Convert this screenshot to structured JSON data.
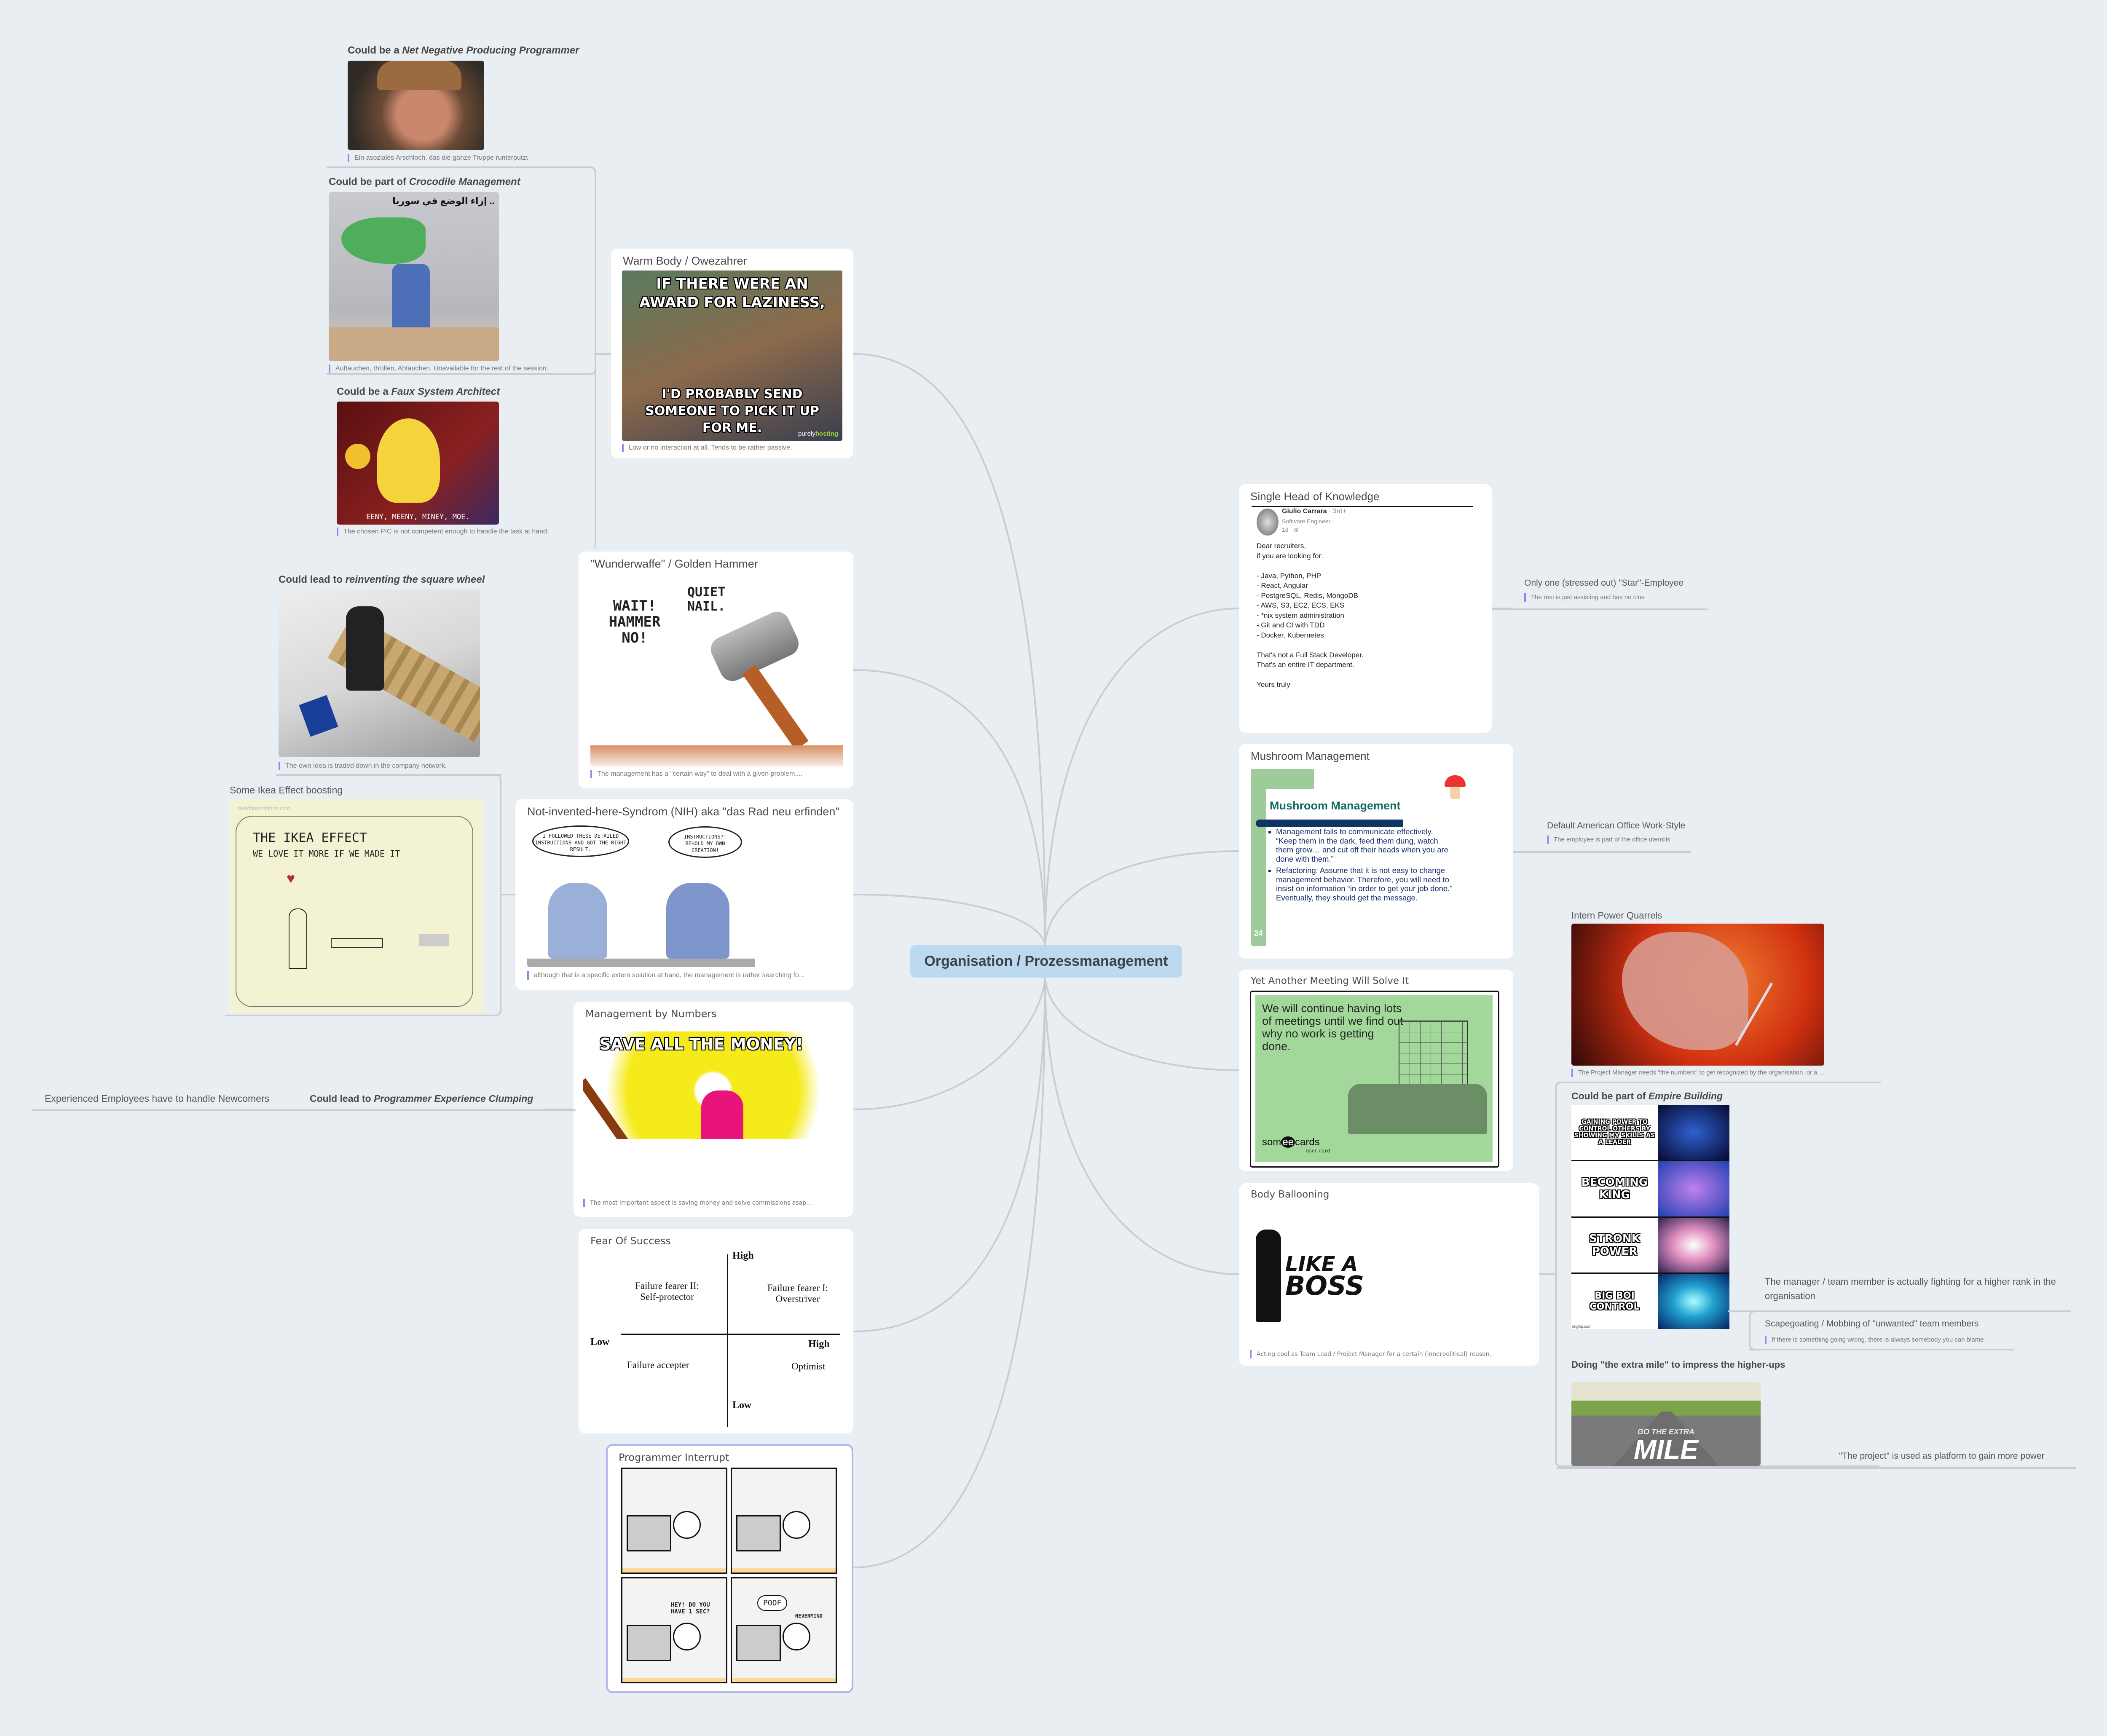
{
  "central_topic": "Organisation / Prozessmanagement",
  "left": {
    "net_negative": {
      "prefix": "Could be a ",
      "em": "Net Negative Producing Programmer",
      "caption": "Ein asoziales Arschloch, das die ganze Truppe runterputzt"
    },
    "crocodile": {
      "prefix": "Could be part of ",
      "em": "Crocodile Management",
      "image_text": "إزاء الوضع في سوريا ..",
      "caption": "Auftauchen, Brüllen, Abtauchen. Unavailable for the rest of the session."
    },
    "faux_architect": {
      "prefix": "Could be a ",
      "em": "Faux System Architect",
      "image_text": "EENY, MEENY, MINEY, MOE.",
      "caption": "The chosen PIC is not competent enough to handle the task at hand."
    },
    "warm_body": {
      "title": "Warm Body / Owezahrer",
      "meme_top": "IF THERE WERE AN AWARD FOR LAZINESS,",
      "meme_bottom": "I'D PROBABLY SEND SOMEONE TO PICK IT UP FOR ME.",
      "watermark_a": "purely",
      "watermark_b": "hosting",
      "caption": "Low or no interaction at all. Tends to be rather passive."
    },
    "square_wheel": {
      "prefix": "Could lead to ",
      "em": "reinventing the square wheel",
      "caption": "The own Idea is traded down in the company network."
    },
    "golden_hammer": {
      "title": "\"Wunderwaffe\" / Golden Hammer",
      "bubble_left": "WAIT! HAMMER NO!",
      "bubble_right": "QUIET NAIL.",
      "caption": "The management has a \"certain way\" to deal with a given problem...."
    },
    "ikea": {
      "title": "Some Ikea Effect boosting",
      "watermark": "sketchplanations.com",
      "headline": "THE IKEA EFFECT",
      "subline": "WE LOVE IT MORE IF WE MADE IT"
    },
    "nih": {
      "title": "Not-invented-here-Syndrom (NIH) aka \"das Rad neu erfinden\"",
      "bubble_left": "I FOLLOWED THESE DETAILED INSTRUCTIONS AND GOT THE RIGHT RESULT.",
      "bubble_right": "INSTRUCTIONS?! BEHOLD MY OWN CREATION!",
      "caption": "although that is a specific extern solution at hand, the management is rather searching fo..."
    },
    "mbn": {
      "title": "Management by Numbers",
      "meme": "SAVE ALL THE MONEY!",
      "caption": "The most important aspect is saving money and solve commissions asap..."
    },
    "experience": {
      "text": "Experienced Employees have to handle Newcomers",
      "prefix": "Could lead to ",
      "em": "Programmer Experience Clumping"
    },
    "fear": {
      "title": "Fear Of Success",
      "high_top": "High",
      "low_bottom": "Low",
      "low_left": "Low",
      "high_right": "High",
      "q1": "Failure fearer II:",
      "q1b": "Self-protector",
      "q2": "Failure fearer I:",
      "q2b": "Overstriver",
      "q3": "Failure accepter",
      "q4": "Optimist"
    },
    "interrupt": {
      "title": "Programmer Interrupt",
      "speech": "HEY! DO YOU HAVE 1 SEC?",
      "poof": "POOF",
      "nevermind": "NEVERMIND"
    }
  },
  "right": {
    "single_head": {
      "title": "Single Head of Knowledge",
      "name": "Giulio Carrara",
      "degree": "· 3rd+",
      "role": "Software Engineer",
      "time": "1d · ⊕",
      "lines": [
        "Dear recruiters,",
        "if you are looking for:",
        "",
        "- Java, Python, PHP",
        "- React, Angular",
        "- PostgreSQL, Redis, MongoDB",
        "- AWS, S3, EC2, ECS, EKS",
        "- *nix system administration",
        "- Git and CI with TDD",
        "- Docker, Kubernetes",
        "",
        "That's not a Full Stack Developer.",
        "That's an entire IT department.",
        "",
        "Yours truly"
      ]
    },
    "star_employee": {
      "title": "Only one (stressed out) \"Star\"-Employee",
      "caption": "The rest is just assisting and has no clue"
    },
    "mushroom": {
      "title": "Mushroom Management",
      "slide_title": "Mushroom Management",
      "bullets": [
        "Management fails to communicate effectively. “Keep them in the dark, feed them dung, watch them grow… and cut off their heads when you are done with them.”",
        "Refactoring: Assume that it is not easy to change management behavior. Therefore, you will need to insist on information “in order to get your job done.” Eventually, they should get the message."
      ],
      "slide_number": "24"
    },
    "american_office": {
      "title": "Default American Office Work-Style",
      "caption": "The employee is part of the office utensils"
    },
    "meeting": {
      "title": "Yet Another Meeting Will Solve It",
      "card_text": "We will continue having lots of meetings until we find out why no work is getting done.",
      "brand_a": "som",
      "brand_b": "ee",
      "brand_c": "cards",
      "brand_sub": "user card"
    },
    "intern_power": {
      "title": "Intern Power Quarrels",
      "caption": "The Project Manager needs \"the numbers\" to get recognized by the organisation, or a ..."
    },
    "body_ballooning": {
      "title": "Body Ballooning",
      "logo_a": "LIKE A",
      "logo_b": "BOSS",
      "caption": "Acting cool as Team Lead / Project Manager for a certain (innerpolitical) reason."
    },
    "empire": {
      "prefix": "Could be part of ",
      "em": "Empire Building",
      "panels": [
        "GAINING POWER TO CONTROL OTHERS BY SHOWING MY SKILLS AS A LEADER",
        "BECOMING KING",
        "STRONK POWER",
        "BIG BOI CONTROL"
      ],
      "watermark": "imgflip.com"
    },
    "higher_rank": {
      "text": "The manager / team member is actually fighting for a higher rank in the organisation"
    },
    "scapegoating": {
      "title": "Scapegoating / Mobbing of \"unwanted\" team members",
      "caption": "If there is something going wrong, there is always somebody you can blame"
    },
    "extra_mile": {
      "title": "Doing \"the extra mile\" to impress the higher-ups",
      "road_small": "GO THE EXTRA",
      "road_big": "MILE"
    },
    "platform": {
      "text": "\"The project\" is used as platform to gain more power"
    }
  },
  "colors": {
    "background": "#e9eef3",
    "central": "#bdd9f0",
    "caption_bar": "#8c8ce8",
    "connector": "#c9ccd2"
  }
}
